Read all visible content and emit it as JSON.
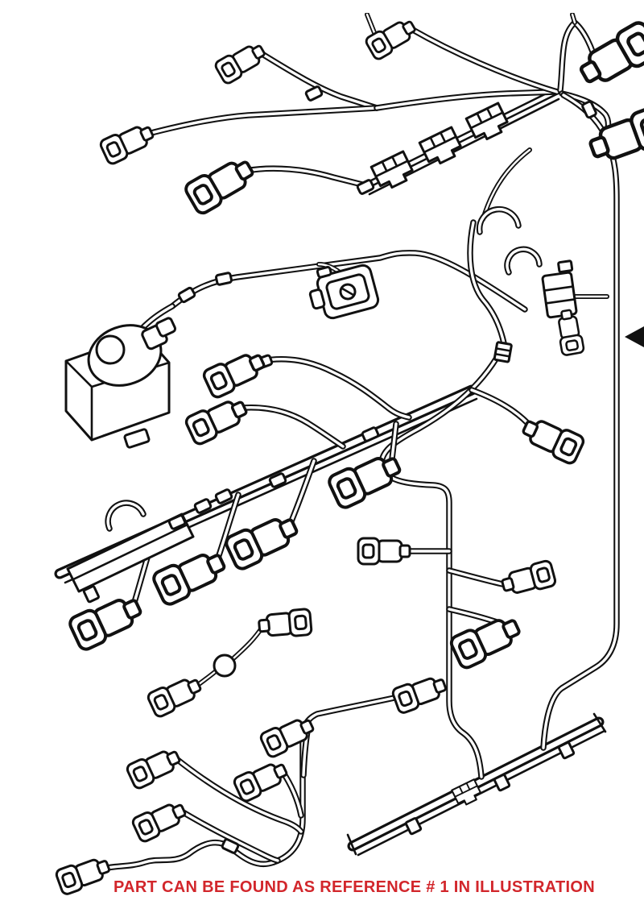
{
  "illustration": {
    "description": "Engine wiring harness line-art parts illustration",
    "reference_label": "1",
    "caption": "PART CAN BE FOUND AS REFERENCE # 1 IN ILLUSTRATION",
    "caption_color": "#d2262b",
    "line_color": "#111111",
    "background_color": "#ffffff",
    "reference_arrow_icon": "left-arrow-icon"
  }
}
